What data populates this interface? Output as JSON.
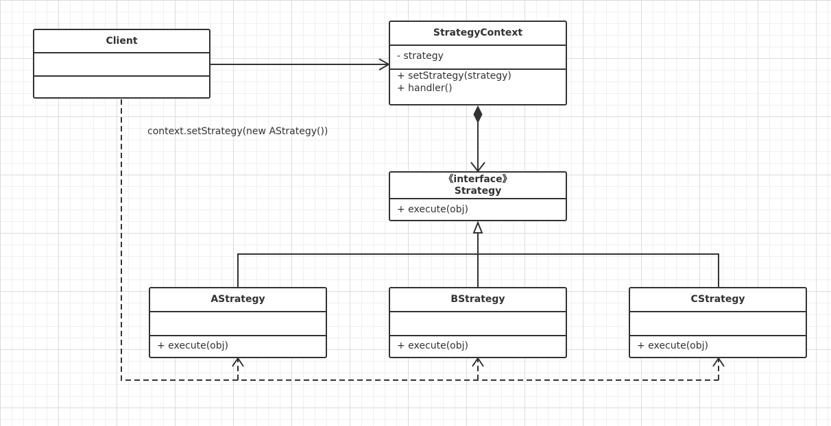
{
  "diagram": {
    "classes": {
      "client": {
        "name": "Client",
        "attributes": [],
        "methods": []
      },
      "context": {
        "name": "StrategyContext",
        "attributes": [
          "- strategy"
        ],
        "methods": [
          "+ setStrategy(strategy)",
          "+ handler()"
        ]
      },
      "strategy": {
        "stereotype": "《interface》",
        "name": "Strategy",
        "methods": [
          "+ execute(obj)"
        ]
      },
      "astrategy": {
        "name": "AStrategy",
        "attributes": [],
        "methods": [
          "+ execute(obj)"
        ]
      },
      "bstrategy": {
        "name": "BStrategy",
        "attributes": [],
        "methods": [
          "+ execute(obj)"
        ]
      },
      "cstrategy": {
        "name": "CStrategy",
        "attributes": [],
        "methods": [
          "+ execute(obj)"
        ]
      }
    },
    "note": "context.setStrategy(new AStrategy())",
    "colors": {
      "line": "#323232",
      "grid": "#dcdcdc",
      "background": "#ffffff"
    }
  }
}
